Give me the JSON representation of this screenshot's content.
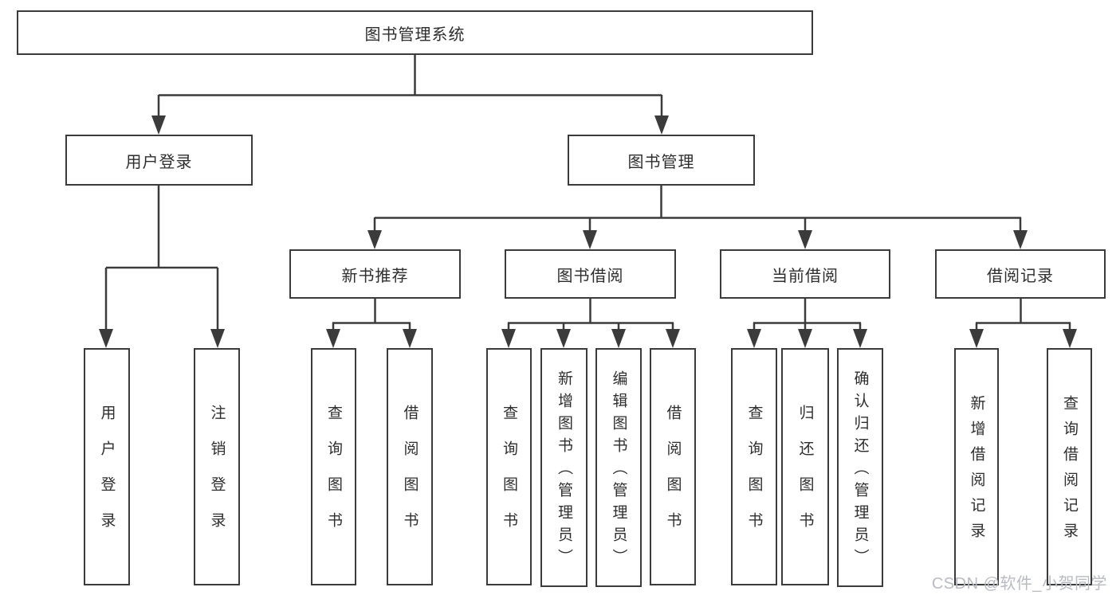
{
  "diagram": {
    "root": "图书管理系统",
    "branches": [
      {
        "label": "用户登录",
        "children": [
          "用户登录",
          "注销登录"
        ]
      },
      {
        "label": "图书管理",
        "groups": [
          {
            "label": "新书推荐",
            "children": [
              "查询图书",
              "借阅图书"
            ]
          },
          {
            "label": "图书借阅",
            "children": [
              "查询图书",
              "新增图书（管理员）",
              "编辑图书（管理员）",
              "借阅图书"
            ]
          },
          {
            "label": "当前借阅",
            "children": [
              "查询图书",
              "归还图书",
              "确认归还（管理员）"
            ]
          },
          {
            "label": "借阅记录",
            "children": [
              "新增借阅记录",
              "查询借阅记录"
            ]
          }
        ]
      }
    ],
    "line_color": "#3b3b3b",
    "text_color": "#2e2e2e"
  },
  "watermark": {
    "text": "CSDN @软件_小贺同学",
    "color": "#b8bcc2"
  }
}
